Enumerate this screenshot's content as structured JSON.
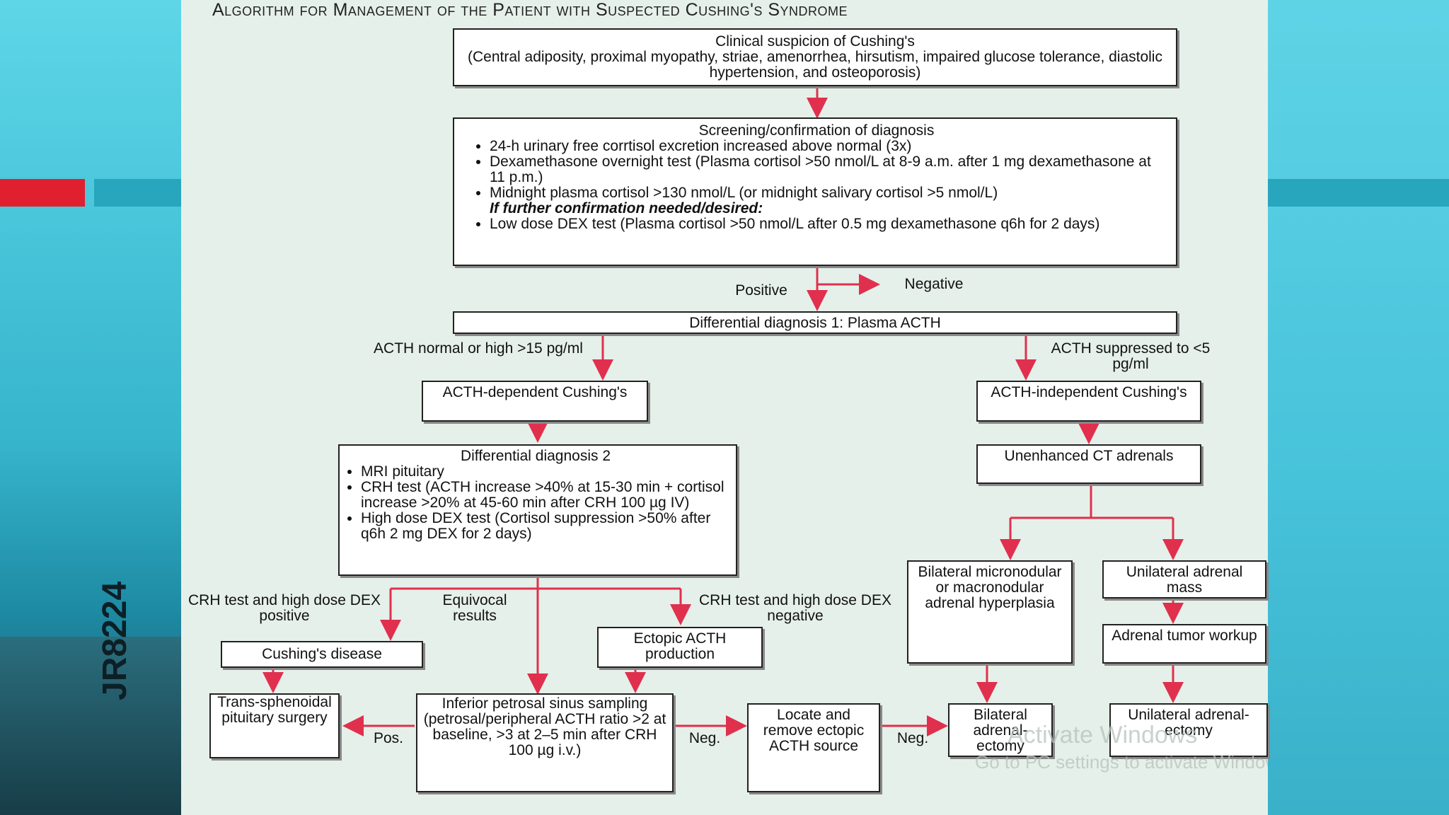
{
  "title": "Algorithm for Management of the Patient with Suspected Cushing's Syndrome",
  "vial_label": "JR8224",
  "boxes": {
    "suspicion": {
      "heading": "Clinical suspicion of Cushing's",
      "text": "(Central adiposity, proximal myopathy, striae, amenorrhea, hirsutism, impaired glucose tolerance, diastolic hypertension, and osteoporosis)"
    },
    "screening": {
      "heading": "Screening/confirmation of diagnosis",
      "items": [
        "24-h urinary free corrtisol excretion increased above normal (3x)",
        "Dexamethasone overnight test (Plasma cortisol >50 nmol/L at 8-9 a.m. after 1 mg dexamethasone at 11 p.m.)",
        "Midnight plasma cortisol >130 nmol/L (or midnight salivary cortisol >5 nmol/L)"
      ],
      "further": "If further confirmation needed/desired:",
      "item4": "Low dose DEX test (Plasma cortisol >50 nmol/L after 0.5 mg dexamethasone q6h for 2 days)"
    },
    "diff1": "Differential diagnosis 1: Plasma ACTH",
    "acth_dep": "ACTH-dependent Cushing's",
    "acth_indep": "ACTH-independent Cushing's",
    "diff2": {
      "heading": "Differential diagnosis 2",
      "items": [
        "MRI pituitary",
        "CRH test (ACTH increase >40% at 15-30 min + cortisol increase >20% at 45-60 min after CRH 100 µg IV)",
        "High dose DEX test (Cortisol suppression >50% after q6h 2 mg DEX for 2 days)"
      ]
    },
    "ct": "Unenhanced CT adrenals",
    "bilateral": "Bilateral micronodular or macronodular adrenal hyperplasia",
    "unilateral_mass": "Unilateral adrenal mass",
    "tumor_workup": "Adrenal tumor workup",
    "cushings_disease": "Cushing's disease",
    "ectopic": "Ectopic ACTH production",
    "surgery": "Trans-sphenoidal pituitary surgery",
    "petrosal": "Inferior petrosal sinus sampling (petrosal/peripheral ACTH ratio >2 at baseline, >3 at 2–5 min after CRH 100 µg i.v.)",
    "locate": "Locate and remove ectopic ACTH source",
    "bilateral_adr": "Bilateral adrenal-ectomy",
    "unilateral_adr": "Unilateral adrenal-ectomy"
  },
  "labels": {
    "positive": "Positive",
    "negative": "Negative",
    "acth_high": "ACTH normal or high >15 pg/ml",
    "acth_supp": "ACTH suppressed to <5 pg/ml",
    "crh_pos": "CRH test and high dose DEX positive",
    "equivocal": "Equivocal results",
    "crh_neg": "CRH test and high dose DEX negative",
    "pos": "Pos.",
    "neg1": "Neg.",
    "neg2": "Neg."
  },
  "watermark": {
    "line1": "Activate Windows",
    "line2": "Go to PC settings to activate Windows."
  },
  "colors": {
    "arrow": "#e0304e",
    "red_bar": "#e0202e",
    "cyan_bar": "#28a6be"
  }
}
